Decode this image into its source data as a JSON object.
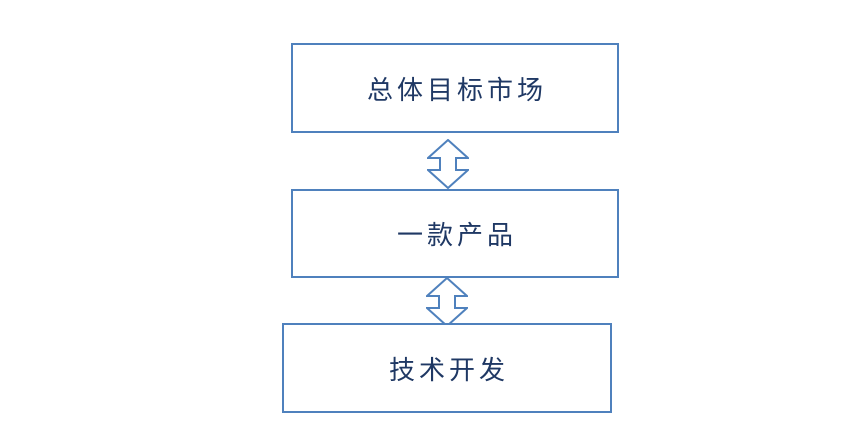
{
  "diagram": {
    "colors": {
      "background": "#ffffff",
      "box_border": "#4f81bd",
      "box_fill": "#ffffff",
      "text": "#1f3864",
      "arrow_stroke": "#4f81bd",
      "arrow_fill": "#ffffff"
    },
    "nodes": [
      {
        "id": "overall-target-market",
        "label": "总体目标市场"
      },
      {
        "id": "a-product",
        "label": "一款产品"
      },
      {
        "id": "technology-development",
        "label": "技术开发"
      }
    ],
    "connectors": [
      {
        "type": "up-down-arrow",
        "from": "总体目标市场",
        "to": "一款产品",
        "bidirectional": true
      },
      {
        "type": "up-down-arrow",
        "from": "一款产品",
        "to": "技术开发",
        "bidirectional": true
      }
    ]
  }
}
